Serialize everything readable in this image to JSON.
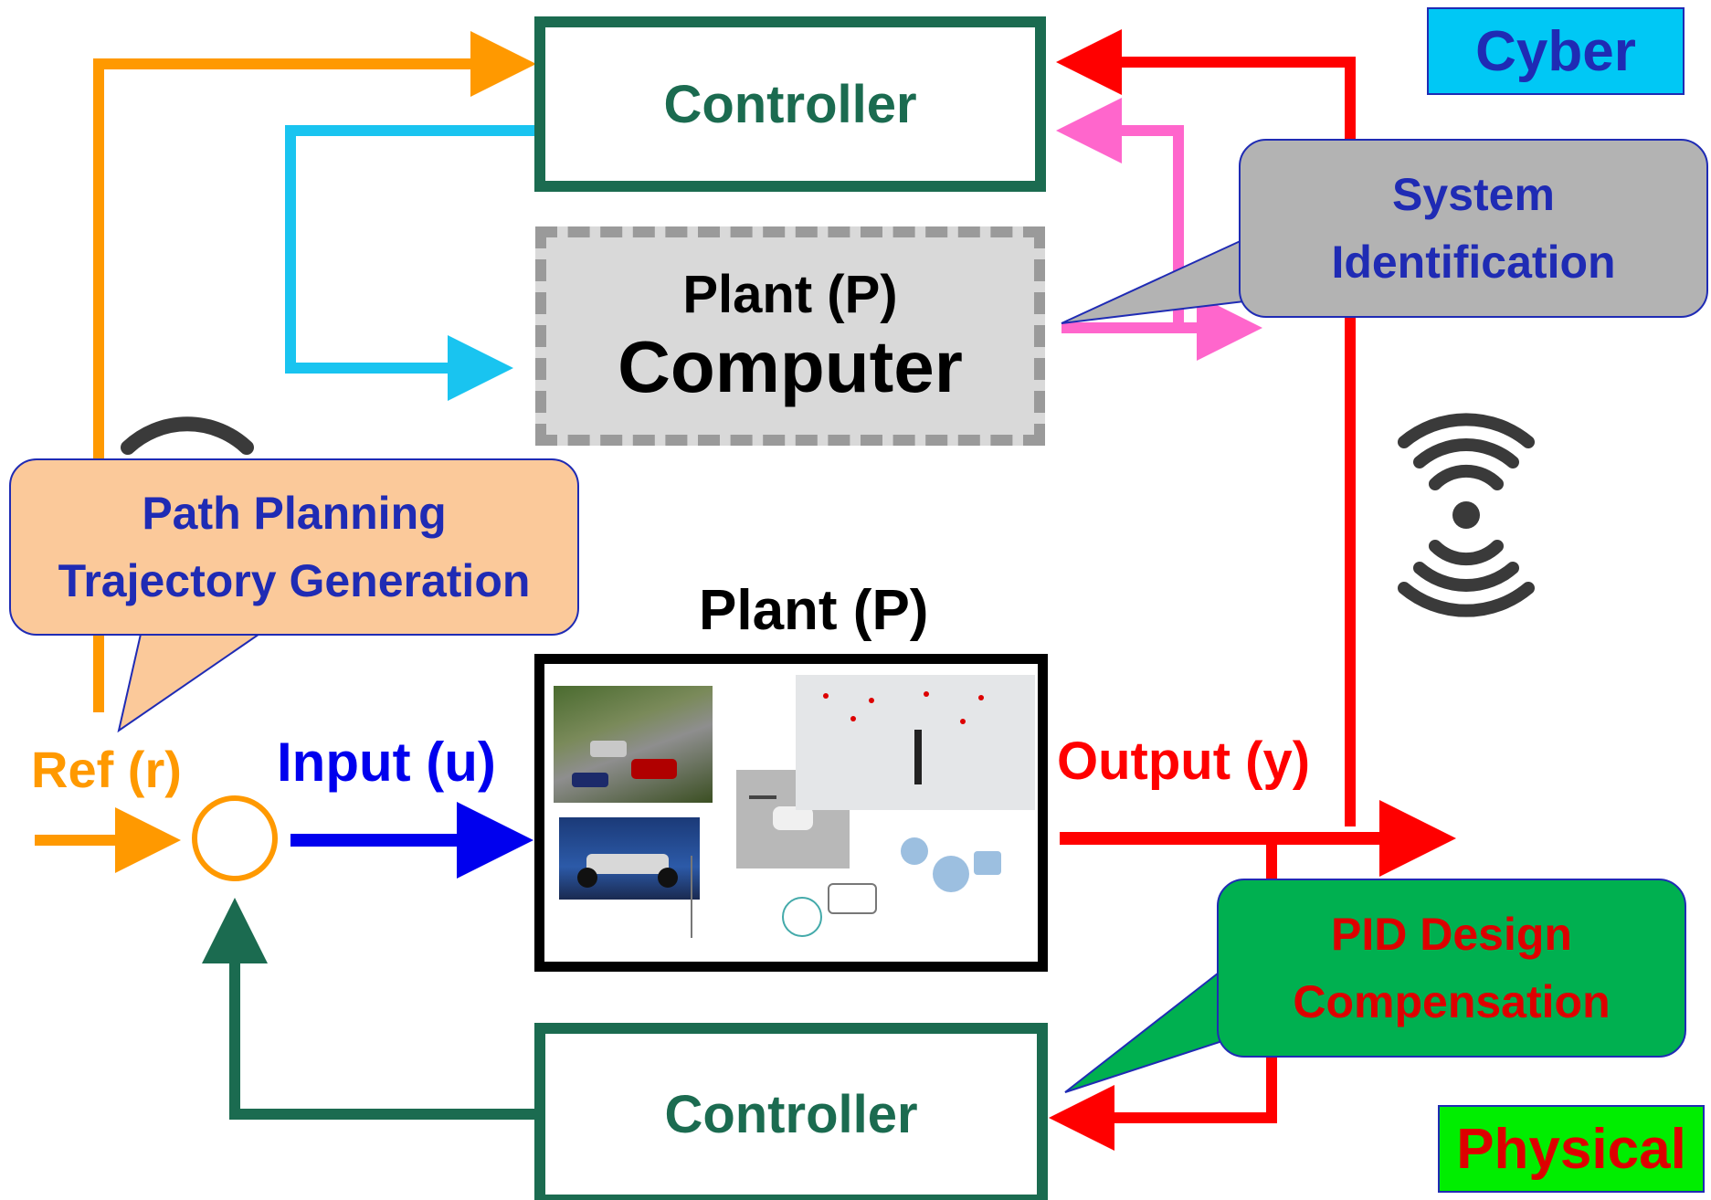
{
  "cyber_label": "Cyber",
  "physical_label": "Physical",
  "top_controller": "Controller",
  "bottom_controller": "Controller",
  "plant_virtual_title": "Plant (P)",
  "plant_virtual_subtitle": "Computer",
  "plant_physical_title": "Plant (P)",
  "ref_label": "Ref (r)",
  "input_label": "Input (u)",
  "output_label": "Output (y)",
  "callout_path_line1": "Path Planning",
  "callout_path_line2": "Trajectory Generation",
  "callout_sysid_line1": "System",
  "callout_sysid_line2": "Identification",
  "callout_pid_line1": "PID Design",
  "callout_pid_line2": "Compensation",
  "colors": {
    "controller_green": "#1b6b50",
    "ref_orange": "#ff9900",
    "input_blue": "#0000ee",
    "output_red": "#ff0000",
    "cyan": "#19c4f0",
    "pink": "#ff66cc",
    "cyber_bg": "#00c8f5",
    "physical_bg": "#00ee00",
    "callout_orange": "#fbc99a",
    "callout_gray": "#b3b3b3",
    "callout_green": "#00b050",
    "callout_text_blue": "#1f2bb4"
  }
}
